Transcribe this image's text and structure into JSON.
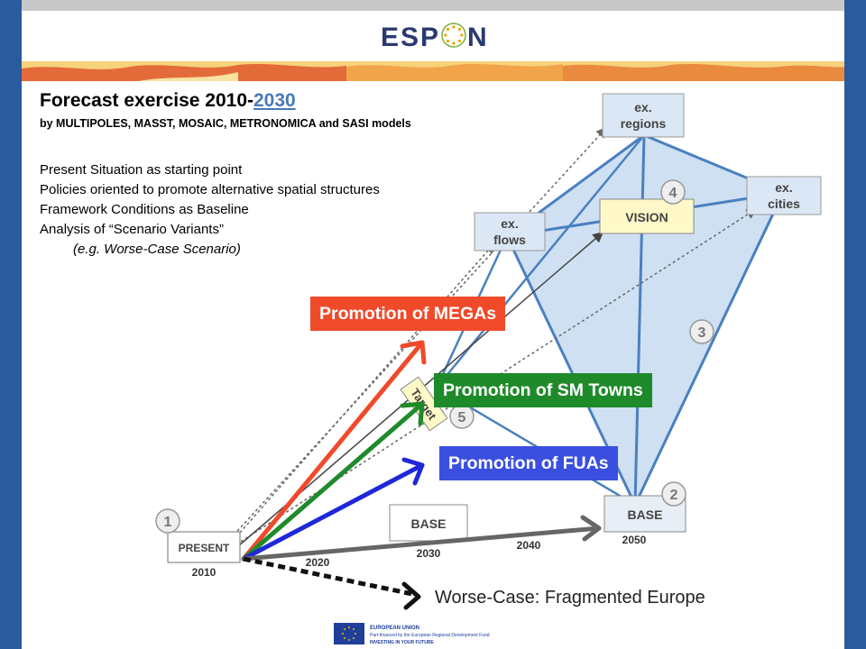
{
  "header": {
    "logo_text_left": "ESP",
    "logo_text_right": "N"
  },
  "title": {
    "main_prefix": "Forecast exercise 2010-",
    "main_link": "2030",
    "subtitle": "by MULTIPOLES, MASST, MOSAIC, METRONOMICA and SASI models"
  },
  "description": {
    "line1": "Present Situation as starting point",
    "line2": "Policies oriented to promote alternative spatial structures",
    "line3": "Framework Conditions as Baseline",
    "line4": "Analysis of “Scenario Variants”",
    "line5": "(e.g. Worse-Case Scenario)"
  },
  "diagram": {
    "nodes": {
      "present": "PRESENT",
      "base_2030": "BASE",
      "base_2050": "BASE",
      "vision": "VISION",
      "ex_flows_1": "ex.",
      "ex_flows_2": "flows",
      "ex_regions_1": "ex.",
      "ex_regions_2": "regions",
      "ex_cities_1": "ex.",
      "ex_cities_2": "cities",
      "target": "Target"
    },
    "years": {
      "y2010": "2010",
      "y2020": "2020",
      "y2030": "2030",
      "y2040": "2040",
      "y2050": "2050"
    },
    "markers": {
      "m1": "1",
      "m2": "2",
      "m3": "3",
      "m4": "4",
      "m5": "5"
    },
    "labels": {
      "megas": "Promotion of MEGAs",
      "sm_towns": "Promotion of SM Towns",
      "fuas": "Promotion of FUAs",
      "worse_case": "Worse-Case: Fragmented Europe"
    },
    "colors": {
      "megas": "#f04a2a",
      "sm_towns": "#1f8a2a",
      "fuas": "#3a4fe0",
      "base_arrow": "#666666",
      "worse_arrow": "#111111",
      "vision_area": "#cfe0f2",
      "vision_lines": "#4a80c0",
      "side_bars": "#2a5b9e"
    }
  },
  "footer": {
    "line1": "EUROPEAN UNION",
    "line2": "Part-financed by the European Regional Development Fund",
    "line3": "INVESTING IN YOUR FUTURE"
  }
}
